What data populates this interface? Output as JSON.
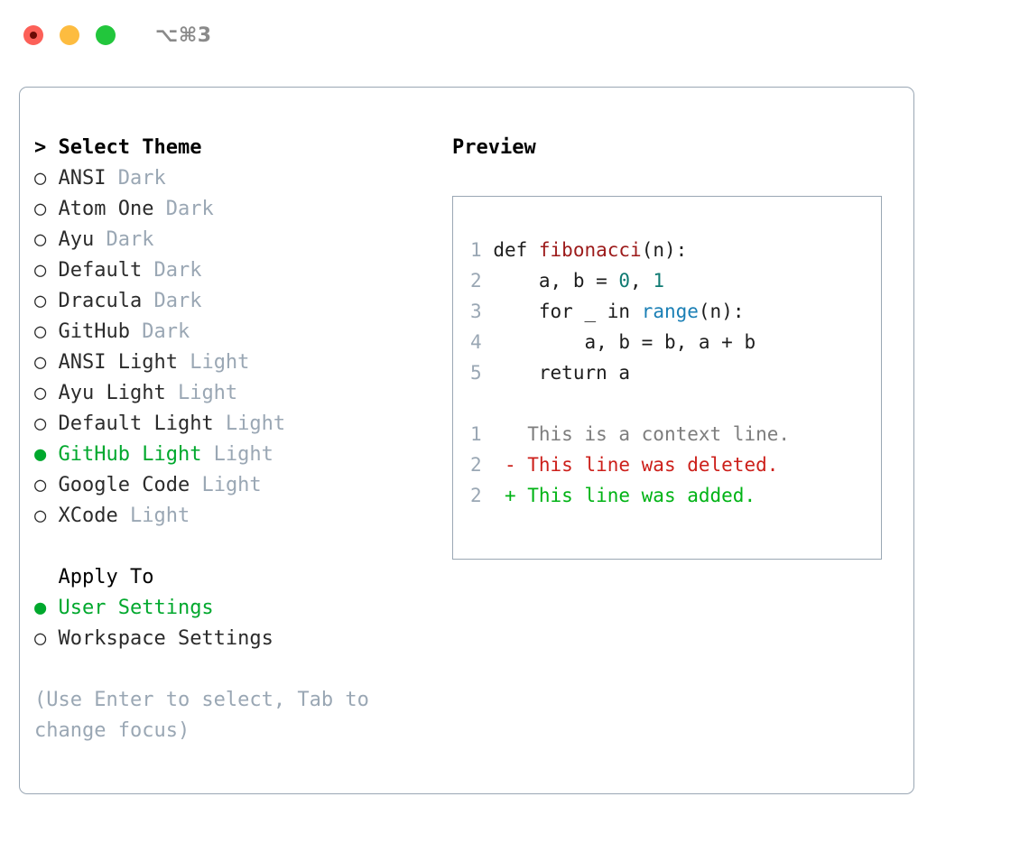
{
  "window": {
    "shortcut": "⌥⌘3",
    "traffic_lights": [
      {
        "name": "close",
        "color": "#fc6058"
      },
      {
        "name": "minimize",
        "color": "#fdbc40"
      },
      {
        "name": "maximize",
        "color": "#22c63c"
      }
    ]
  },
  "theme_picker": {
    "header_marker": "> ",
    "header": "Select Theme",
    "items": [
      {
        "marker": "○",
        "label": "ANSI",
        "variant": "Dark",
        "selected": false
      },
      {
        "marker": "○",
        "label": "Atom One",
        "variant": "Dark",
        "selected": false
      },
      {
        "marker": "○",
        "label": "Ayu",
        "variant": "Dark",
        "selected": false
      },
      {
        "marker": "○",
        "label": "Default",
        "variant": "Dark",
        "selected": false
      },
      {
        "marker": "○",
        "label": "Dracula",
        "variant": "Dark",
        "selected": false
      },
      {
        "marker": "○",
        "label": "GitHub",
        "variant": "Dark",
        "selected": false
      },
      {
        "marker": "○",
        "label": "ANSI Light",
        "variant": "Light",
        "selected": false
      },
      {
        "marker": "○",
        "label": "Ayu Light",
        "variant": "Light",
        "selected": false
      },
      {
        "marker": "○",
        "label": "Default Light",
        "variant": "Light",
        "selected": false
      },
      {
        "marker": "●",
        "label": "GitHub Light",
        "variant": "Light",
        "selected": true
      },
      {
        "marker": "○",
        "label": "Google Code",
        "variant": "Light",
        "selected": false
      },
      {
        "marker": "○",
        "label": "XCode",
        "variant": "Light",
        "selected": false
      }
    ]
  },
  "apply_to": {
    "header": "Apply To",
    "items": [
      {
        "marker": "●",
        "label": "User Settings",
        "selected": true
      },
      {
        "marker": "○",
        "label": "Workspace Settings",
        "selected": false
      }
    ]
  },
  "hint": "(Use Enter to select, Tab to change focus)",
  "preview": {
    "title": "Preview",
    "code_lines": [
      {
        "num": "1",
        "tokens": [
          {
            "t": "def ",
            "c": "plain"
          },
          {
            "t": "fibonacci",
            "c": "func"
          },
          {
            "t": "(n):",
            "c": "plain"
          }
        ]
      },
      {
        "num": "2",
        "tokens": [
          {
            "t": "    a, b = ",
            "c": "plain"
          },
          {
            "t": "0",
            "c": "num"
          },
          {
            "t": ", ",
            "c": "plain"
          },
          {
            "t": "1",
            "c": "num"
          }
        ]
      },
      {
        "num": "3",
        "tokens": [
          {
            "t": "    for _ in ",
            "c": "plain"
          },
          {
            "t": "range",
            "c": "builtin"
          },
          {
            "t": "(n):",
            "c": "plain"
          }
        ]
      },
      {
        "num": "4",
        "tokens": [
          {
            "t": "        a, b = b, a + b",
            "c": "plain"
          }
        ]
      },
      {
        "num": "5",
        "tokens": [
          {
            "t": "    return a",
            "c": "plain"
          }
        ]
      }
    ],
    "diff_lines": [
      {
        "num": "1",
        "marker": " ",
        "text": "This is a context line.",
        "kind": "ctx"
      },
      {
        "num": "2",
        "marker": "-",
        "text": "This line was deleted.",
        "kind": "del"
      },
      {
        "num": "2",
        "marker": "+",
        "text": "This line was added.",
        "kind": "add"
      }
    ]
  },
  "colors": {
    "accent_green": "#00a82d",
    "muted": "#9aa7b4",
    "diff_add": "#00b315",
    "diff_del": "#cc1f1a",
    "syntax_func": "#9c1a1a",
    "syntax_num": "#0f7a72",
    "syntax_builtin": "#1a7fb5"
  }
}
